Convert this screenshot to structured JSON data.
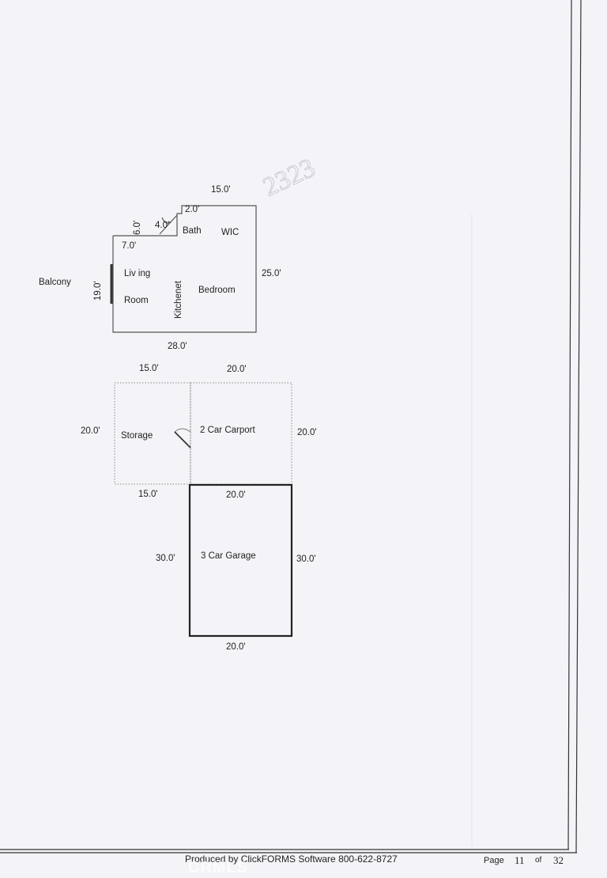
{
  "handwritten_note": "2323",
  "unit": {
    "dims": {
      "top_right": "15.0'",
      "top_step": "2.0'",
      "step_left": "6.0'",
      "diagonal": "4.0'",
      "left_top": "7.0'",
      "left": "19.0'",
      "right": "25.0'",
      "bottom": "28.0'"
    },
    "rooms": {
      "bath": "Bath",
      "wic": "WIC",
      "living_1": "Liv ing",
      "living_2": "Room",
      "kitchenet": "Kitchenet",
      "bedroom": "Bedroom"
    },
    "balcony": "Balcony"
  },
  "carport_area": {
    "dims": {
      "top_left": "15.0'",
      "top_right": "20.0'",
      "left": "20.0'",
      "right": "20.0'",
      "bottom_left": "15.0'",
      "bottom_right": "20.0'"
    },
    "storage": "Storage",
    "carport": "2 Car Carport"
  },
  "garage": {
    "label": "3 Car Garage",
    "dims": {
      "left": "30.0'",
      "right": "30.0'",
      "bottom": "20.0'"
    }
  },
  "footer": {
    "producer": "Produced by ClickFORMS Software 800-622-8727",
    "page_label": "Page",
    "page_number": "11",
    "of_label": "of",
    "page_total": "32",
    "watermark": "CRMLS"
  }
}
